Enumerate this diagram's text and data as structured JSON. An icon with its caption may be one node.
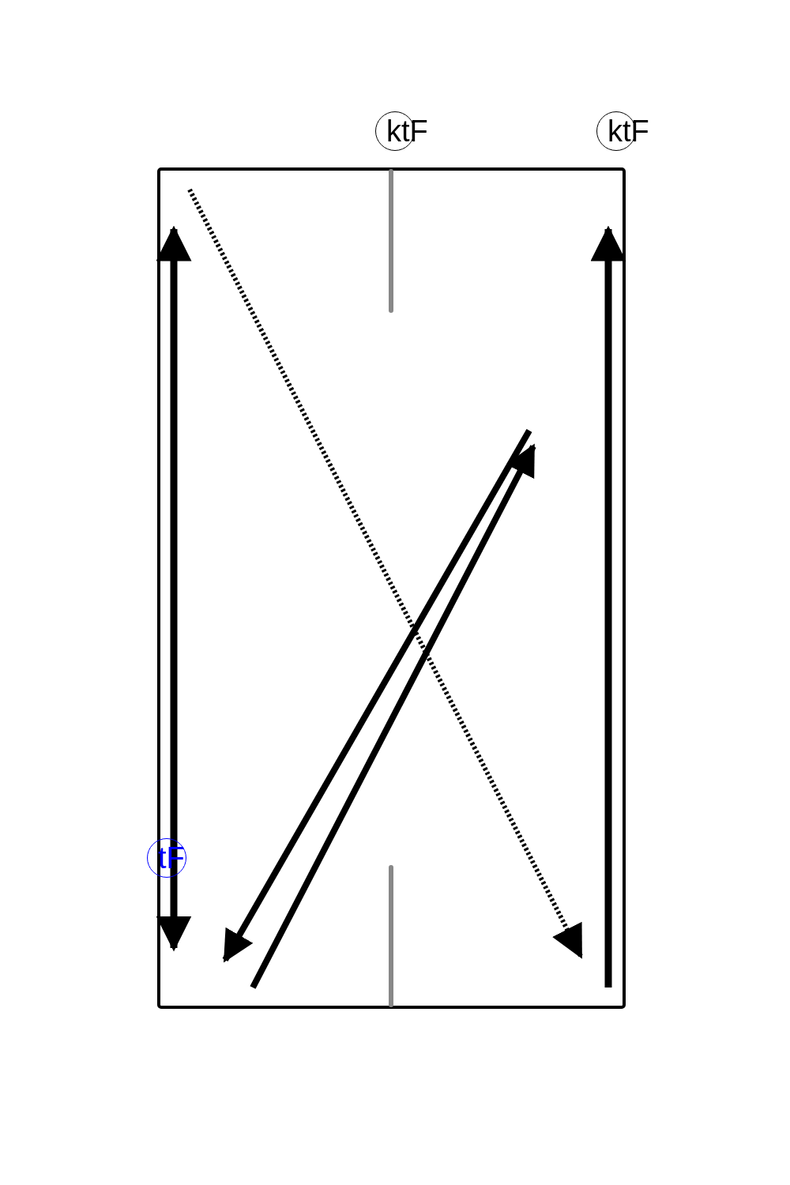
{
  "diagram": {
    "nodes": [
      {
        "text": [
          "ktF"
        ]
      },
      {
        "text": [
          "ktF"
        ]
      },
      {
        "text": [
          "tF"
        ]
      }
    ]
  }
}
